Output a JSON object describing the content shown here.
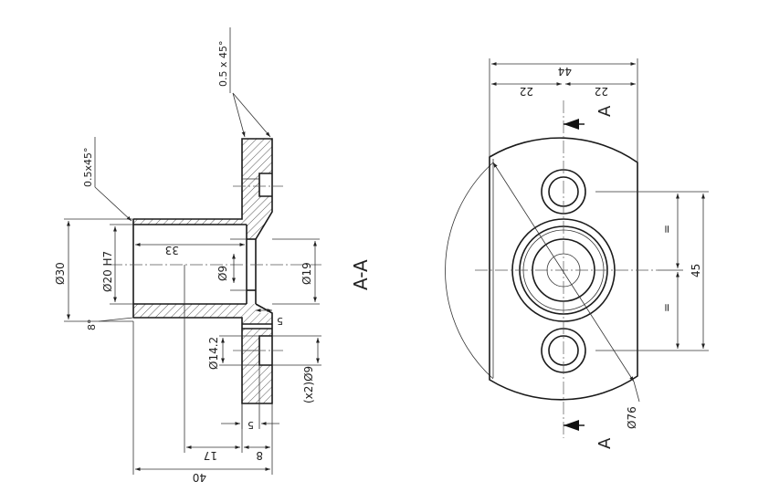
{
  "section_label": "A-A",
  "cut_letters": [
    "A",
    "A"
  ],
  "section_view": {
    "chamfer_top": "0.5 x 45°",
    "chamfer_bore": "0.5x45°",
    "dia_outer": "Ø30",
    "dia_bore": "Ø20 H7",
    "angle": "8°",
    "len_33": "33",
    "dia_9": "Ø9",
    "dia_19": "Ø19",
    "dim_5_small": "5",
    "dia_14_2": "Ø14.2",
    "dia_9_x2": "(x2)Ø9",
    "dim_5": "5",
    "dim_17": "17",
    "dim_8": "8",
    "dim_40": "40"
  },
  "front_view": {
    "dim_44": "44",
    "dim_22_left": "22",
    "dim_22_right": "22",
    "eq_top": "=",
    "eq_bottom": "=",
    "dim_45": "45",
    "dia_76": "Ø76"
  }
}
